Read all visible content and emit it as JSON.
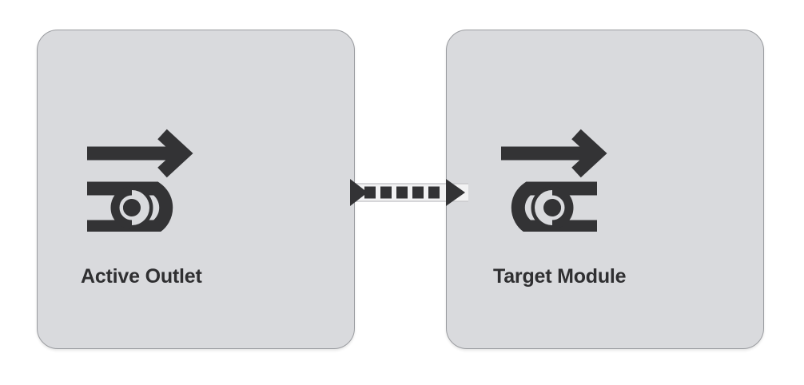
{
  "diagram": {
    "background_color": "#ffffff",
    "node_fill": "#d9dadd",
    "node_border": "#9a9ca0",
    "icon_color": "#333335",
    "label_color": "#2f2f31",
    "connector_color": "#333335",
    "nodes": [
      {
        "id": "source",
        "label": "Active Outlet",
        "icon": "loop-redirect-icon",
        "icon_direction": "loop-left"
      },
      {
        "id": "target",
        "label": "Target Module",
        "icon": "loop-redirect-icon-mirrored",
        "icon_direction": "loop-right"
      }
    ],
    "connector": {
      "name": "dashed-arrow-connector",
      "style": "dashed",
      "dash_count": 5,
      "arrowhead_start": "triangle-right",
      "arrowhead_end": "triangle-right",
      "from": "Active Outlet",
      "to": "Target Module"
    }
  }
}
